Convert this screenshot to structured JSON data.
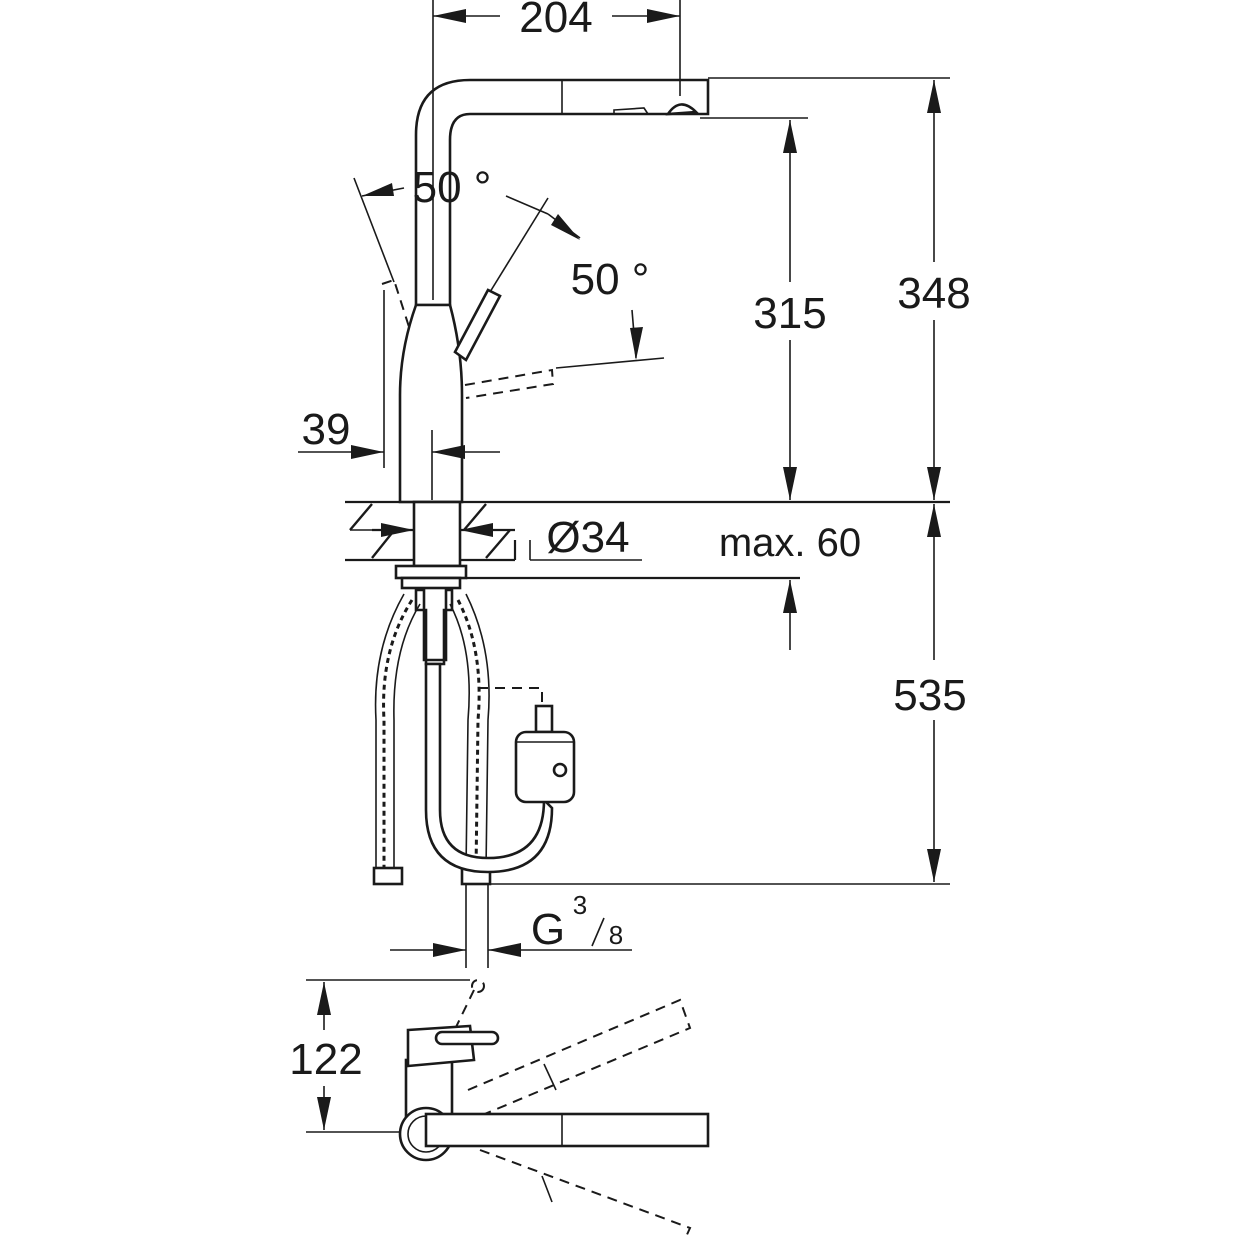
{
  "diagram": {
    "dimensions": {
      "spout_reach": "204",
      "total_height": "348",
      "spout_height": "315",
      "lever_angle_left": "50 °",
      "lever_angle_right": "50 °",
      "lever_offset": "39",
      "mounting_hole": "Ø34",
      "deck_thickness": "max. 60",
      "hose_length": "535",
      "connection_thread": "G",
      "connection_num": "3",
      "connection_den": "8",
      "plan_depth": "122"
    }
  }
}
